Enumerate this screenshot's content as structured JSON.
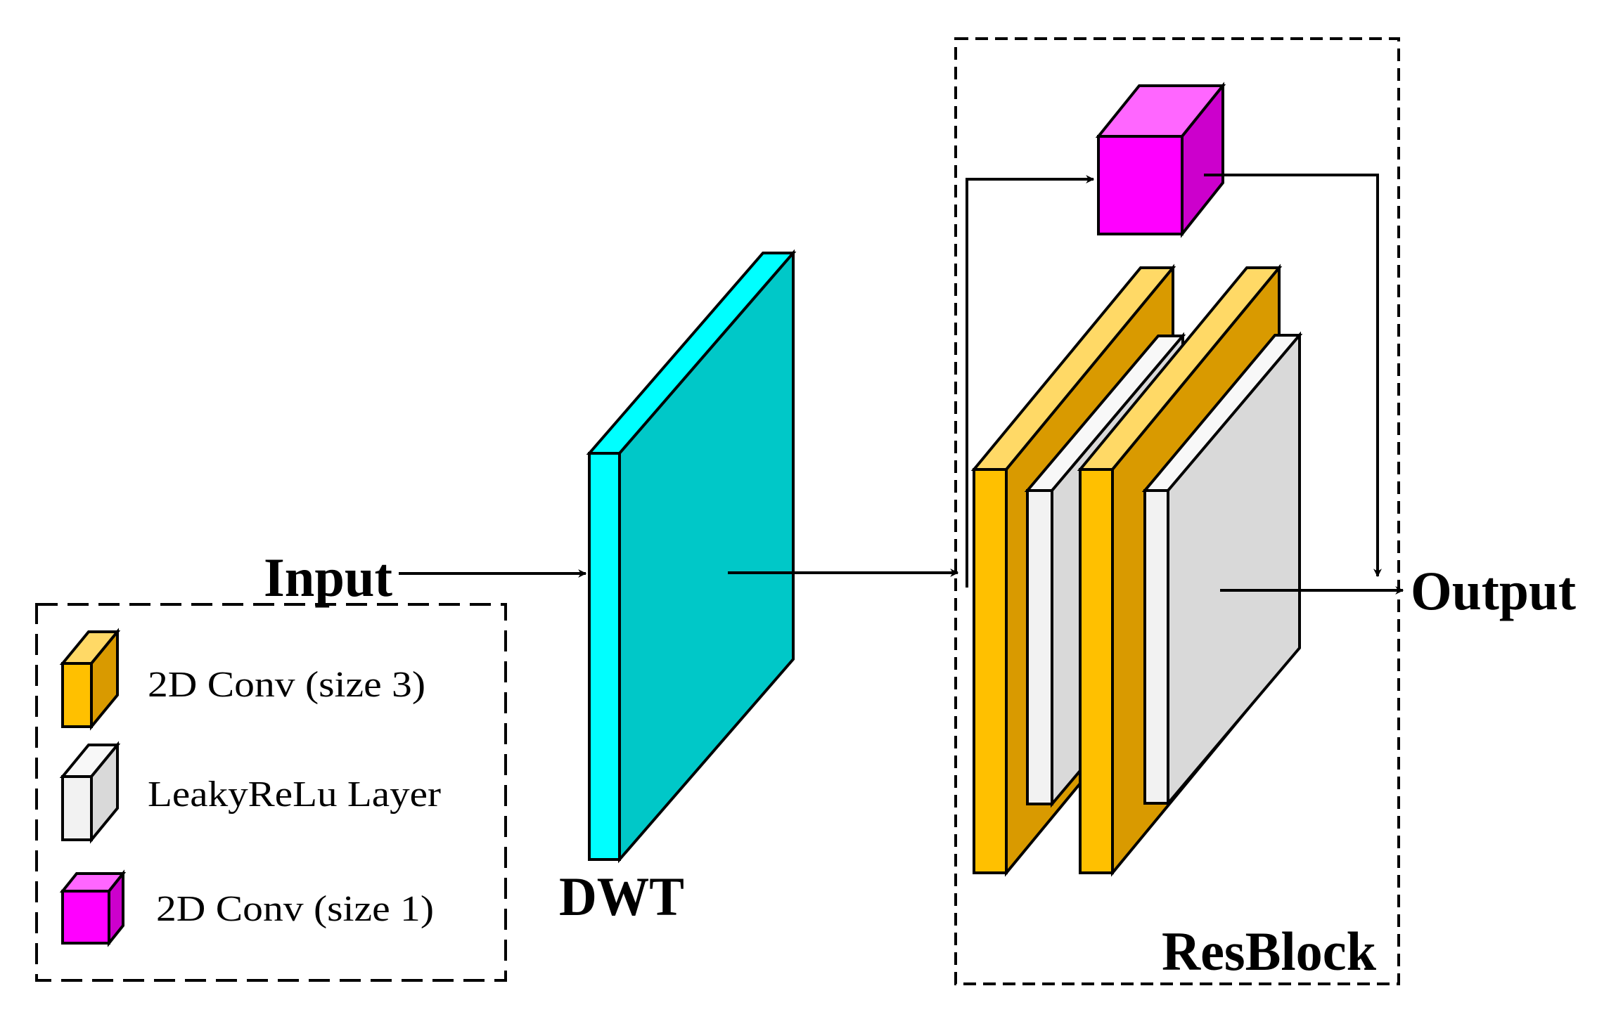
{
  "labels": {
    "input": "Input",
    "dwt": "DWT",
    "output": "Output",
    "resblock": "ResBlock"
  },
  "legend": [
    {
      "label": "2D Conv (size 3)",
      "icon": "conv3-cube-icon"
    },
    {
      "label": "LeakyReLu Layer",
      "icon": "leakyrelu-cube-icon"
    },
    {
      "label": "2D Conv (size 1)",
      "icon": "conv1-cube-icon"
    }
  ],
  "colors": {
    "dwt_front": "#00FFFF",
    "dwt_side": "#00C8C8",
    "conv3_front": "#FFC000",
    "conv3_top": "#FFD966",
    "conv3_side": "#D99A00",
    "relu_front": "#F2F2F2",
    "relu_top": "#F8F8F8",
    "relu_side": "#D9D9D9",
    "conv1_front": "#FF00FF",
    "conv1_top": "#FF66FF",
    "conv1_side": "#CC00CC",
    "line": "#000000"
  }
}
